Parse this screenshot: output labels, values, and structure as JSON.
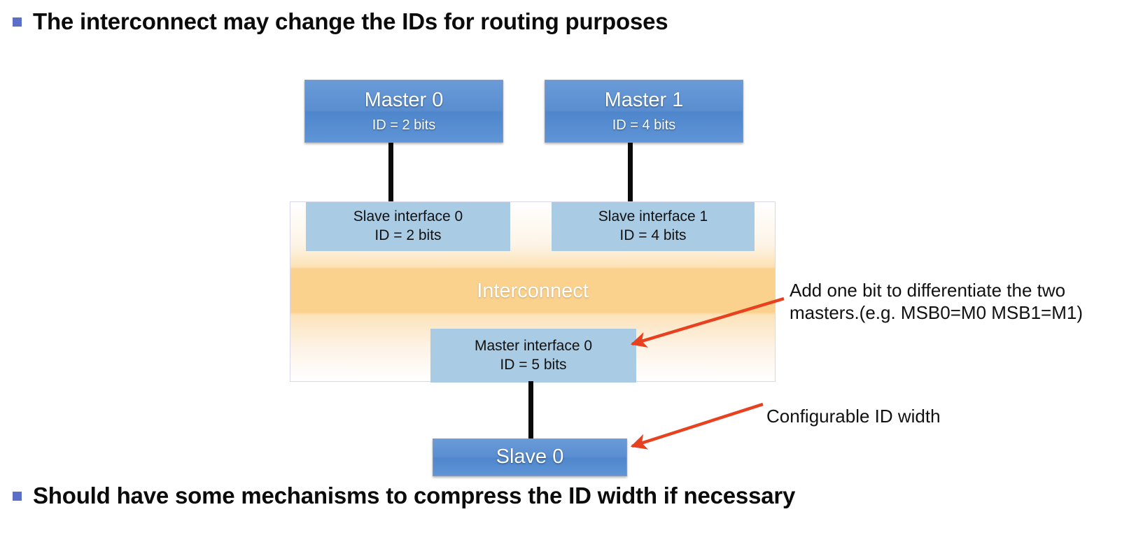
{
  "slide": {
    "top_bullet": "The interconnect may change the IDs for routing purposes",
    "bottom_bullet": "Should have some mechanisms to compress the ID width if necessary"
  },
  "diagram": {
    "masters": [
      {
        "name": "Master 0",
        "id_width": "ID = 2 bits"
      },
      {
        "name": "Master 1",
        "id_width": "ID = 4 bits"
      }
    ],
    "interconnect": {
      "label": "Interconnect",
      "slave_interfaces": [
        {
          "name": "Slave interface 0",
          "id_width": "ID = 2 bits"
        },
        {
          "name": "Slave interface 1",
          "id_width": "ID = 4 bits"
        }
      ],
      "master_interfaces": [
        {
          "name": "Master interface 0",
          "id_width": "ID = 5 bits"
        }
      ]
    },
    "slaves": [
      {
        "name": "Slave 0"
      }
    ]
  },
  "annotations": [
    {
      "text": "Add one bit to differentiate the two\nmasters.(e.g. MSB0=M0 MSB1=M1)"
    },
    {
      "text": "Configurable ID width"
    }
  ],
  "colors": {
    "bullet_marker": "#5b6fc9",
    "master_box": "#5a8ed0",
    "interface_box": "#a9cbe3",
    "interconnect_band": "#fbd18e",
    "arrow": "#e8411f",
    "connector": "#0a0a0a",
    "text": "#111111"
  }
}
